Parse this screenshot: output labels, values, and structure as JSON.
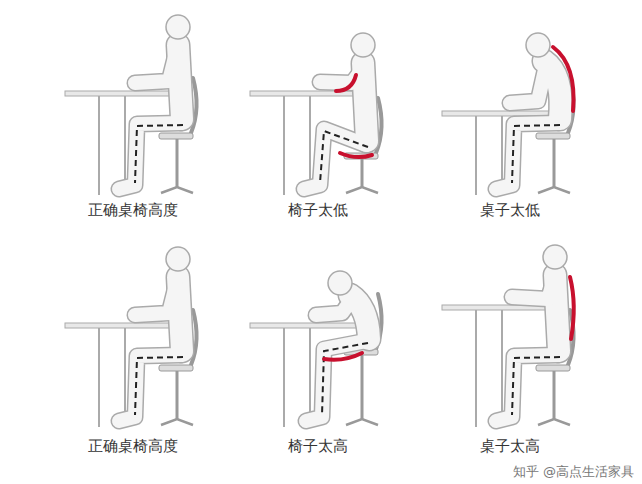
{
  "diagram": {
    "labels": [
      "正确桌椅高度",
      "椅子太低",
      "桌子太低",
      "正确桌椅高度",
      "椅子太高",
      "桌子太高",
      "知乎 @高点生活家具"
    ]
  }
}
